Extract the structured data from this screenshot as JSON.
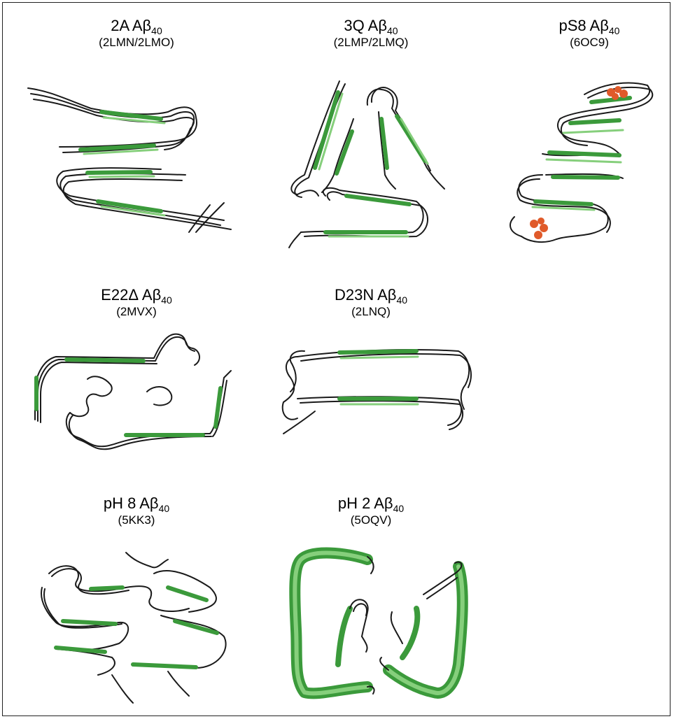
{
  "colors": {
    "strand": "#3b9a3b",
    "strand_light": "#86cf7c",
    "coil": "#1a1a1a",
    "phosphate": "#e05a2a"
  },
  "panels": [
    {
      "name": "2A Aβ",
      "sub": "40",
      "pdb": "(2LMN/2LMO)"
    },
    {
      "name": "3Q Aβ",
      "sub": "40",
      "pdb": "(2LMP/2LMQ)"
    },
    {
      "name": "pS8 Aβ",
      "sub": "40",
      "pdb": "(6OC9)"
    },
    {
      "name": "E22Δ Aβ",
      "sub": "40",
      "pdb": "(2MVX)"
    },
    {
      "name": "D23N Aβ",
      "sub": "40",
      "pdb": "(2LNQ)"
    },
    {
      "name": "pH 8 Aβ",
      "sub": "40",
      "pdb": "(5KK3)"
    },
    {
      "name": "pH 2 Aβ",
      "sub": "40",
      "pdb": "(5OQV)"
    }
  ]
}
